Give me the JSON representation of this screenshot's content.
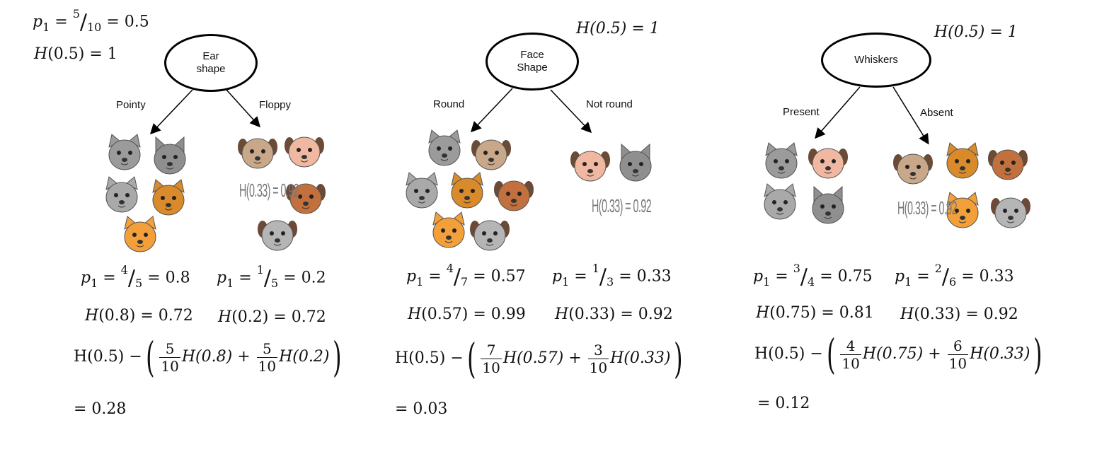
{
  "root": {
    "p1_text": "= 0.5",
    "p1_num": "5",
    "p1_den": "10",
    "entropy": "= 1"
  },
  "panels": [
    {
      "feature": "Ear\nshape",
      "entropy_root": "= 1",
      "left_branch": "Pointy",
      "right_branch": "Floppy",
      "left_p1": {
        "num": "4",
        "den": "5",
        "value": "= 0.8"
      },
      "right_p1": {
        "num": "1",
        "den": "5",
        "value": "= 0.2"
      },
      "left_H": {
        "arg": "(0.8)",
        "value": "= 0.72"
      },
      "right_H": {
        "arg": "(0.2)",
        "value": "= 0.72"
      },
      "gain_formula": {
        "w_left_num": "5",
        "w_left_den": "10",
        "H_left": "H(0.8)",
        "w_right_num": "5",
        "w_right_den": "10",
        "H_right": "H(0.2)"
      },
      "gain_result": "= 0.28",
      "handwritten_note": "H(0.33) = 0.92",
      "left_animals": [
        "gray-cat",
        "gray-wolf-cat",
        "gray-cat-2",
        "orange-cat",
        "orange-white-cat"
      ],
      "right_animals": [
        "pug-dog",
        "floppy-ear-cat",
        "brown-dog",
        "gray-dog"
      ]
    },
    {
      "feature": "Face\nShape",
      "entropy_root": "H(0.5) = 1",
      "left_branch": "Round",
      "right_branch": "Not round",
      "left_p1": {
        "num": "4",
        "den": "7",
        "value": "= 0.57"
      },
      "right_p1": {
        "num": "1",
        "den": "3",
        "value": "= 0.33"
      },
      "left_H": {
        "arg": "(0.57)",
        "value": "= 0.99"
      },
      "right_H": {
        "arg": "(0.33)",
        "value": "= 0.92"
      },
      "gain_formula": {
        "w_left_num": "7",
        "w_left_den": "10",
        "H_left": "H(0.57)",
        "w_right_num": "3",
        "w_right_den": "10",
        "H_right": "H(0.33)"
      },
      "gain_result": "= 0.03",
      "handwritten_note": "H(0.33) = 0.92",
      "left_animals": [
        "gray-cat",
        "pug-dog",
        "gray-cat-2",
        "orange-cat",
        "brown-dog",
        "orange-white-cat",
        "gray-dog"
      ],
      "right_animals": [
        "floppy-ear-cat",
        "gray-wolf-cat"
      ]
    },
    {
      "feature": "Whiskers",
      "entropy_root": "H(0.5) = 1",
      "left_branch": "Present",
      "right_branch": "Absent",
      "left_p1": {
        "num": "3",
        "den": "4",
        "value": "= 0.75"
      },
      "right_p1": {
        "num": "2",
        "den": "6",
        "value": "= 0.33"
      },
      "left_H": {
        "arg": "(0.75)",
        "value": "= 0.81"
      },
      "right_H": {
        "arg": "(0.33)",
        "value": "= 0.92"
      },
      "gain_formula": {
        "w_left_num": "4",
        "w_left_den": "10",
        "H_left": "H(0.75)",
        "w_right_num": "6",
        "w_right_den": "10",
        "H_right": "H(0.33)"
      },
      "gain_result": "= 0.12",
      "handwritten_note": "H(0.33) = 0.92",
      "left_animals": [
        "gray-cat",
        "floppy-ear-cat",
        "gray-cat-2",
        "gray-wolf-cat"
      ],
      "right_animals": [
        "pug-dog",
        "orange-cat",
        "brown-dog",
        "orange-white-cat",
        "gray-dog"
      ]
    }
  ],
  "common": {
    "H_prefix": "H(0.5) −",
    "plus": "+"
  },
  "colors": {
    "gray_cat": "#9b9b9b",
    "orange_cat": "#d98a2a",
    "brown_dog": "#c2703d",
    "pug": "#c9a88a",
    "pink_cat": "#f0b8a0"
  }
}
